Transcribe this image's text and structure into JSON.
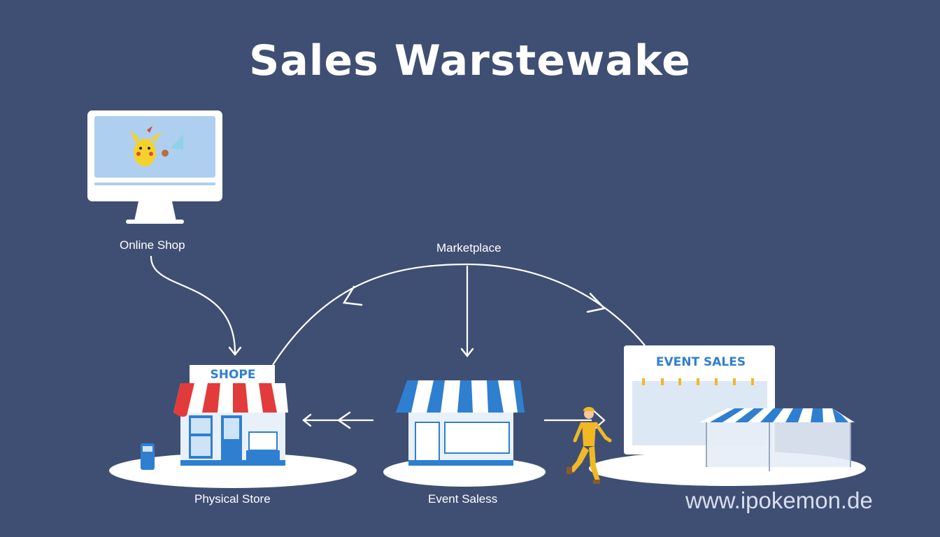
{
  "title": "Sales Warstewake",
  "nodes": {
    "online_shop": {
      "label": "Online Shop"
    },
    "marketplace": {
      "label": "Marketplace"
    },
    "physical_store": {
      "label": "Physical Store",
      "sign": "SHOPE"
    },
    "event_sales": {
      "label": "Event Saless"
    },
    "event_sales_banner": {
      "sign": "EVENT SALES"
    }
  },
  "watermark": "www.ipokemon.de",
  "colors": {
    "background": "#3f4f73",
    "accent_blue": "#2f7fd0",
    "accent_red": "#e23b3b",
    "platform": "#ffffff",
    "arrow": "#ffffff"
  },
  "icons": [
    "monitor-icon",
    "pikachu-icon",
    "storefront-icon",
    "tent-icon",
    "worker-icon"
  ]
}
